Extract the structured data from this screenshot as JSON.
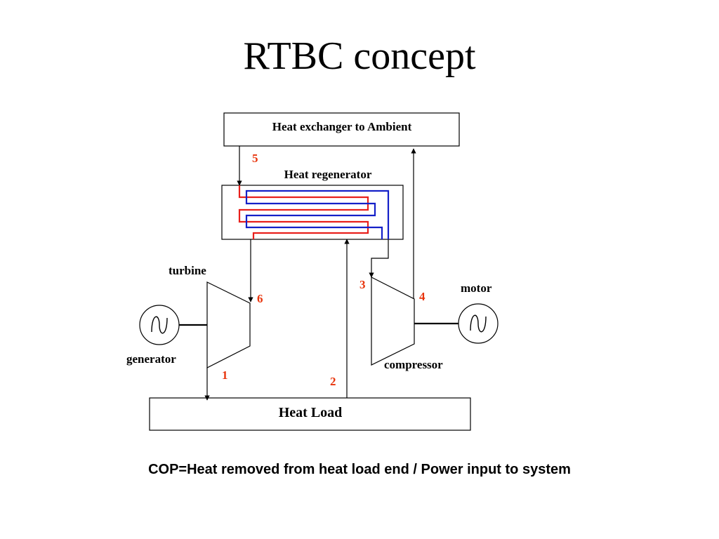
{
  "slide": {
    "title": "RTBC concept",
    "formula": "COP=Heat removed from heat load end / Power input to system"
  },
  "diagram": {
    "boxes": {
      "ambient_hx": "Heat exchanger to Ambient",
      "regenerator": "Heat regenerator",
      "heat_load": "Heat Load"
    },
    "components": {
      "turbine": "turbine",
      "compressor": "compressor",
      "generator": "generator",
      "motor": "motor"
    },
    "state_points": [
      "1",
      "2",
      "3",
      "4",
      "5",
      "6"
    ],
    "colors": {
      "hot_stream": "#e8201c",
      "cold_stream": "#1420c8",
      "state_label": "#e8340c",
      "line": "#000000"
    }
  }
}
